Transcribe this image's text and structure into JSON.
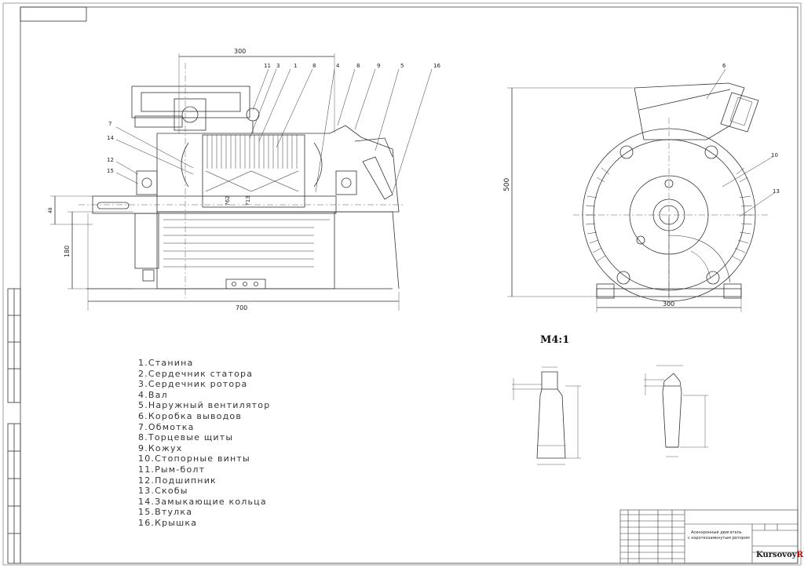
{
  "title_block": {
    "description_line1": "Асинхронный двигатель",
    "description_line2": "с короткозамкнутым ротором"
  },
  "dimensions": {
    "front_top": "300",
    "front_bottom": "700",
    "front_height": "180",
    "front_shaft": "48",
    "side_height": "500",
    "side_width": "300"
  },
  "callouts": [
    "11",
    "3",
    "1",
    "8",
    "4",
    "8",
    "9",
    "5",
    "16",
    "7",
    "14",
    "12",
    "15",
    "6",
    "10",
    "13"
  ],
  "section_labels": [
    "?62",
    "?13"
  ],
  "scale": "M4:1",
  "legend": [
    "1.Станина",
    "2.Сердечник статора",
    "3.Сердечник ротора",
    "4.Вал",
    "5.Наружный вентилятор",
    "6.Коробка выводов",
    "7.Обмотка",
    "8.Торцевые щиты",
    "9.Кожух",
    "10.Стопорные винты",
    "11.Рым-болт",
    "12.Подшипник",
    "13.Скобы",
    "14.Замыкающие кольца",
    "15.Втулка",
    "16.Крышка"
  ],
  "watermark": {
    "prefix": "Kursovoy",
    "suffix": "RF.ru"
  }
}
